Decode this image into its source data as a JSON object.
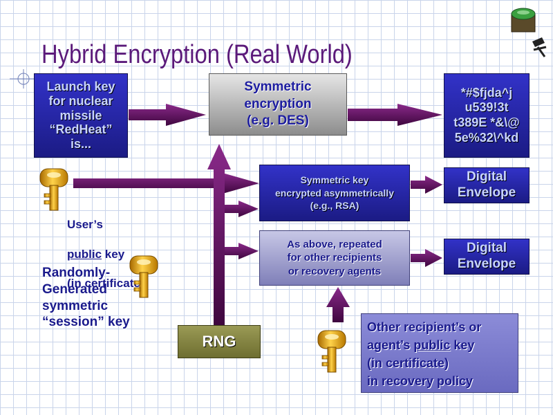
{
  "slide": {
    "title": "Hybrid Encryption (Real World)"
  },
  "plaintext": {
    "text": "Launch key\nfor nuclear\nmissile\n“RedHeat”\nis..."
  },
  "symmetric_encryption": {
    "text": "Symmetric\nencryption\n(e.g. DES)"
  },
  "ciphertext": {
    "text": "*#$fjda^j\nu539!3t\nt389E *&\\@\n5e%32\\^kd"
  },
  "symmetric_key_box": {
    "text": "Symmetric key\nencrypted asymmetrically\n(e.g., RSA)"
  },
  "repeat_box": {
    "text": "As above, repeated\nfor other recipients\nor recovery agents"
  },
  "envelope_1": {
    "text": "Digital\nEnvelope"
  },
  "envelope_2": {
    "text": "Digital\nEnvelope"
  },
  "users_key": {
    "line1": "User’s",
    "line2_word": "public",
    "line2_rest": " key",
    "line3": "(in certificate)"
  },
  "session_key": {
    "text": "Randomly-\nGenerated\nsymmetric\n“session” key"
  },
  "rng": {
    "text": "RNG"
  },
  "other_recipient": {
    "line1": "Other recipient’s or",
    "line2_pre": "agent’s ",
    "line2_word": "public",
    "line2_rest": " key",
    "line3": "(in certificate)",
    "line4": "in recovery policy"
  },
  "colors": {
    "title": "#5b1a7a",
    "arrow": "#5e0e5e",
    "key_gold": "#e8b020"
  }
}
